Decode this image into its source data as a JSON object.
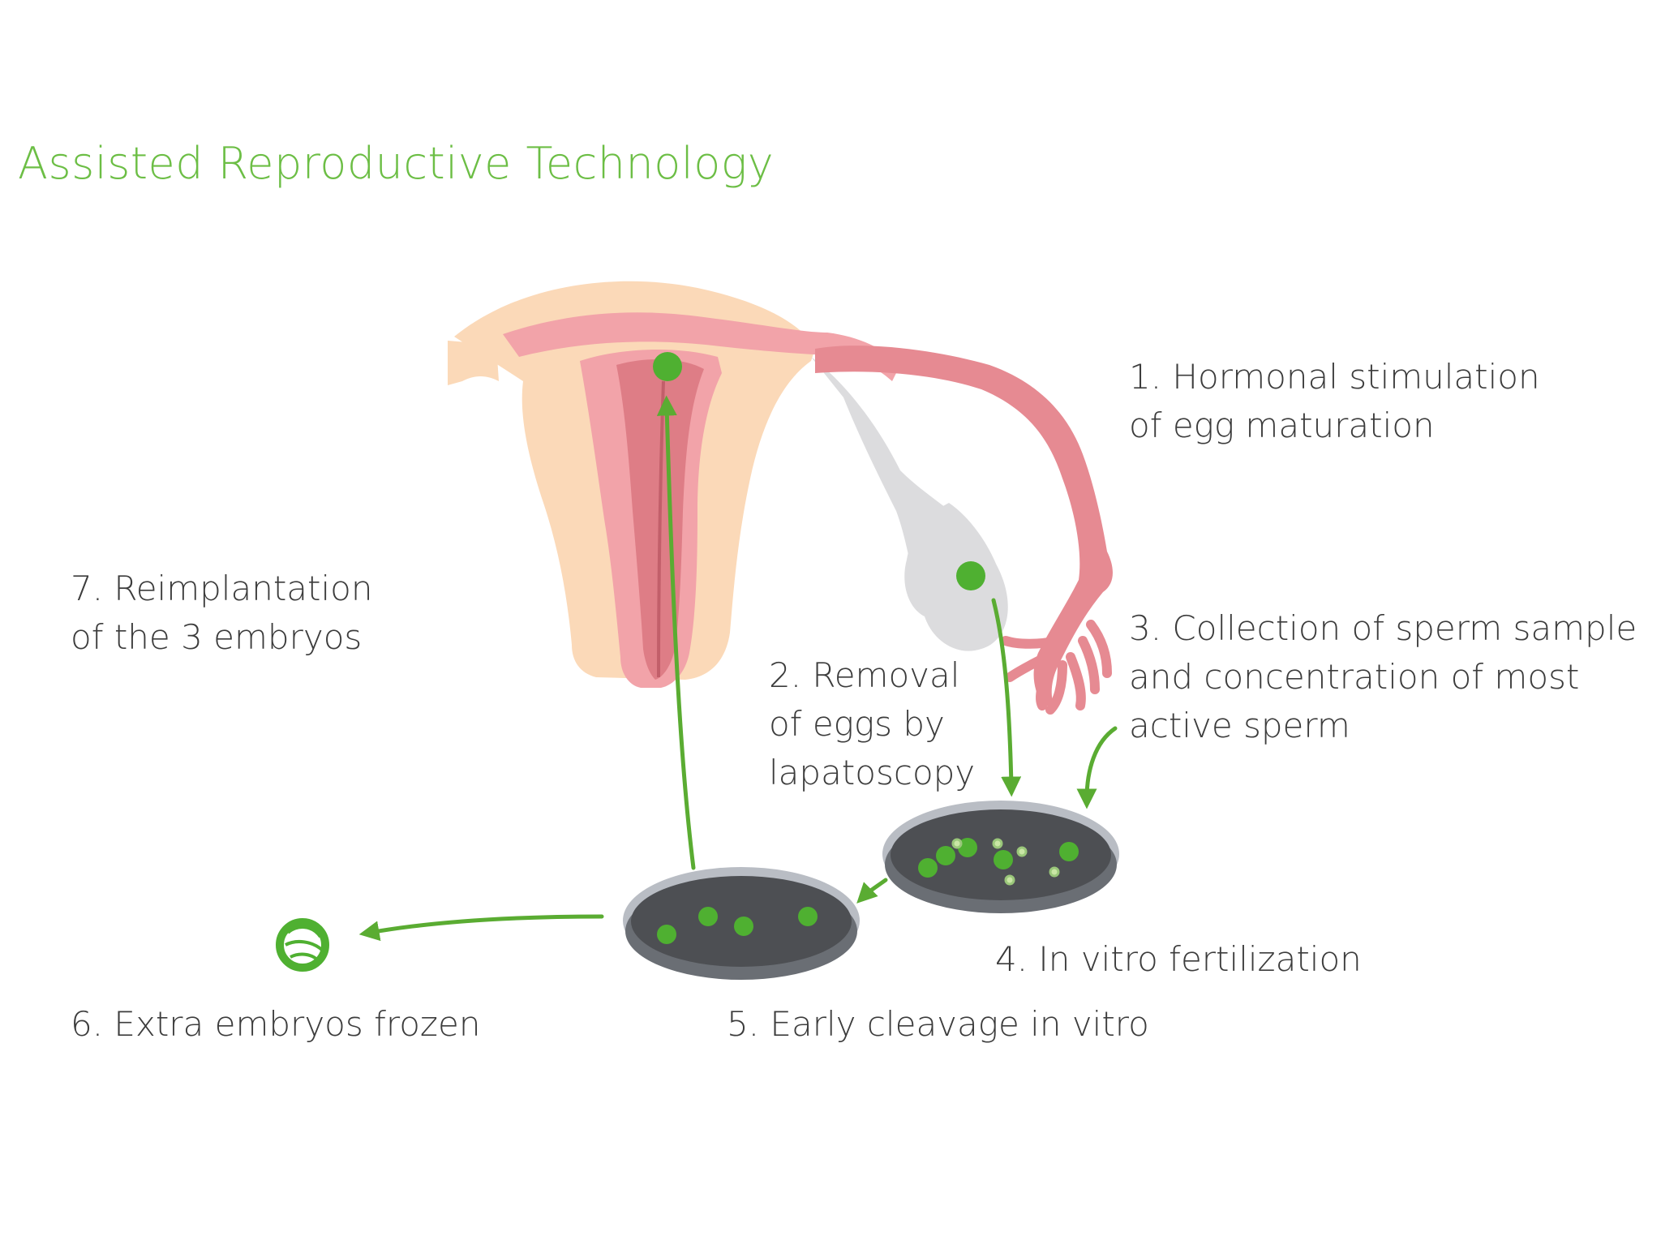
{
  "title": "Assisted Reproductive Technology",
  "steps": [
    {
      "lines": [
        "1. Hormonal stimulation",
        "of egg maturation"
      ]
    },
    {
      "lines": [
        "2. Removal",
        "of eggs by",
        "lapatoscopy"
      ]
    },
    {
      "lines": [
        "3. Collection of sperm sample",
        "and concentration of most",
        "active sperm"
      ]
    },
    {
      "lines": [
        "4. In vitro fertilization"
      ]
    },
    {
      "lines": [
        "5. Early cleavage in vitro"
      ]
    },
    {
      "lines": [
        "6. Extra embryos frozen"
      ]
    },
    {
      "lines": [
        "7. Reimplantation",
        "of the 3 embryos"
      ]
    }
  ],
  "colors": {
    "title": "#6cbe45",
    "accent_green": "#5aac32",
    "uterus_outer": "#fbd9b8",
    "uterus_pink": "#f2a3a9",
    "uterus_inner": "#de7d86",
    "ovary": "#dcdcde",
    "dish": "#5a5a5e",
    "dish_rim": "#b9bdc4"
  }
}
